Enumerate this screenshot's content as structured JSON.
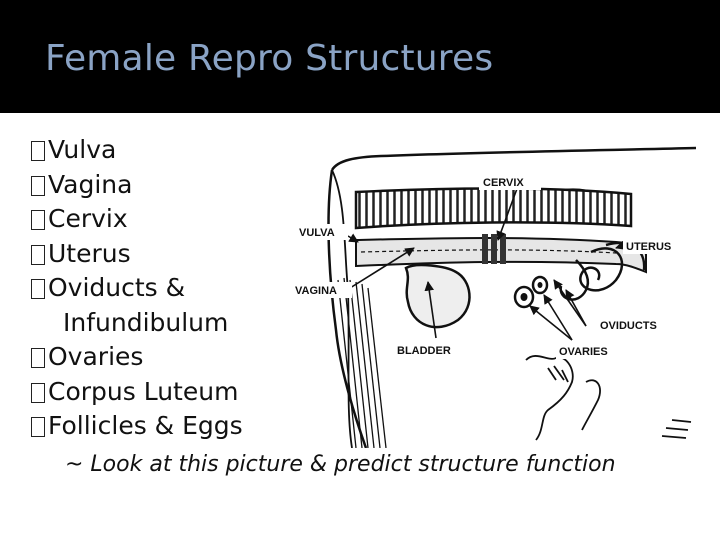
{
  "slide": {
    "title": "Female Repro Structures",
    "bullets": [
      {
        "text": "Vulva"
      },
      {
        "text": "Vagina"
      },
      {
        "text": "Cervix"
      },
      {
        "text": "Uterus"
      },
      {
        "text": "Oviducts &",
        "continuation": "Infundibulum"
      },
      {
        "text": "Ovaries"
      },
      {
        "text": "Corpus Luteum"
      },
      {
        "text": "Follicles & Eggs"
      }
    ],
    "caption": "~ Look at this picture & predict structure function"
  },
  "diagram": {
    "labels": {
      "cervix": "CERVIX",
      "vulva": "VULVA",
      "vagina": "VAGINA",
      "uterus": "UTERUS",
      "oviducts": "OVIDUCTS",
      "bladder": "BLADDER",
      "ovaries": "OVARIES"
    }
  },
  "colors": {
    "title_bar": "#000000",
    "title_text": "#8aa3c5",
    "body_text": "#111111"
  }
}
